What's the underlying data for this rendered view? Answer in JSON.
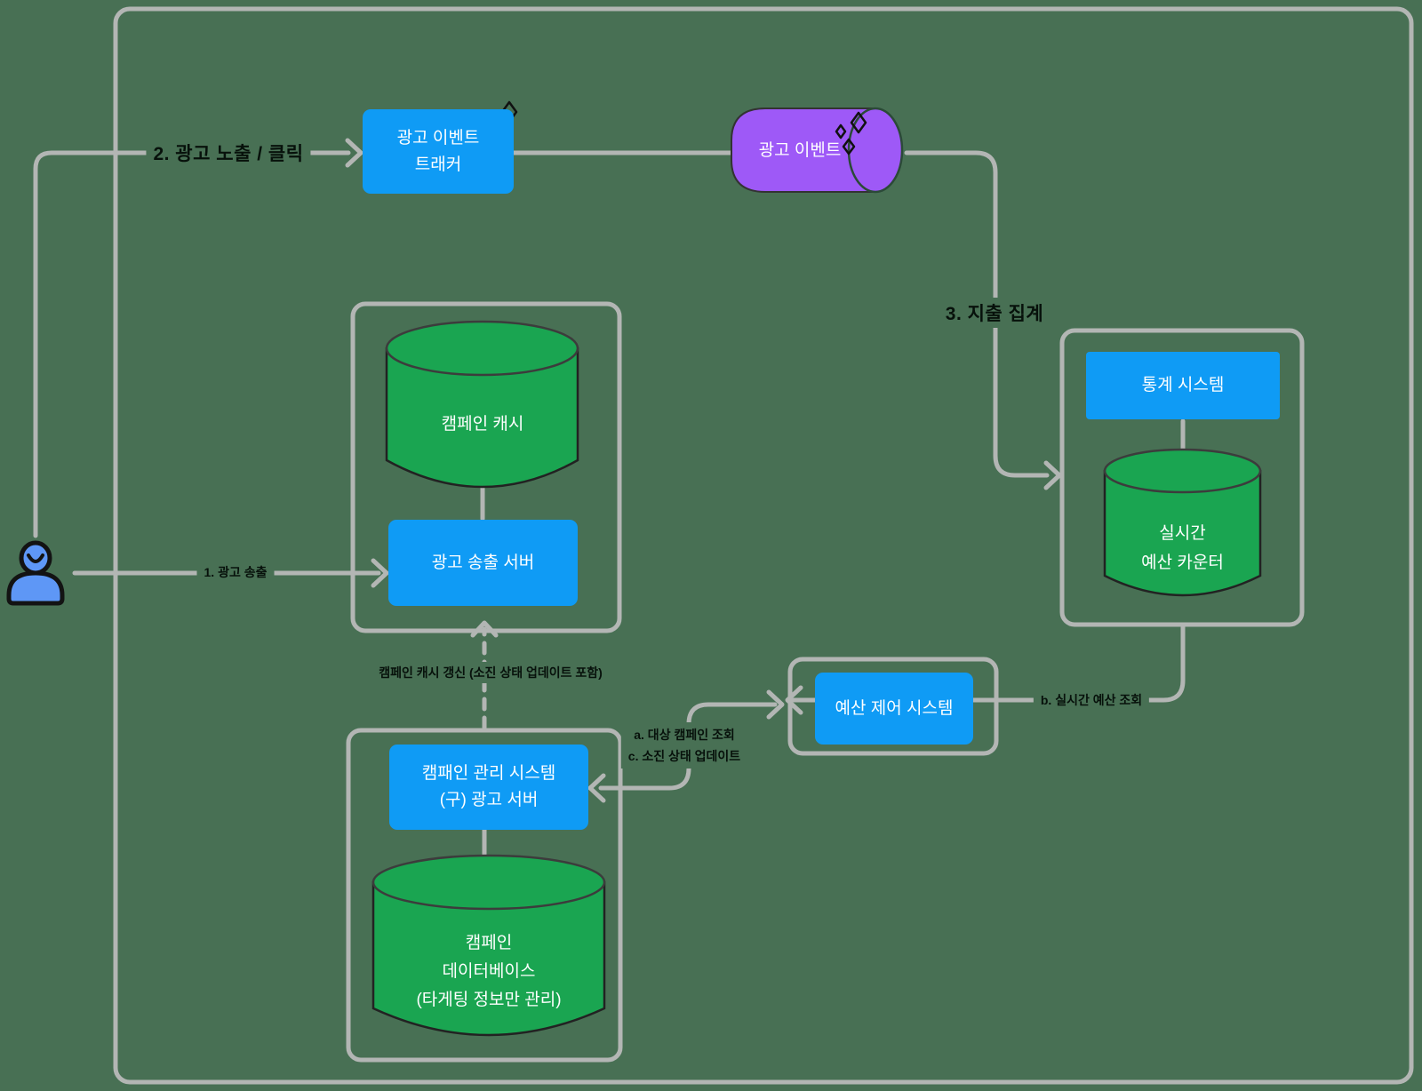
{
  "diagram": {
    "background_color": "#487054",
    "colors": {
      "node_blue": "#0f9bf5",
      "database_green": "#1aa551",
      "queue_purple": "#9e59f7",
      "connector_gray": "#b3b6b4",
      "edge_label_text": "#07110b",
      "node_text": "#ffffff",
      "user_icon_blue": "#5e97f6"
    },
    "nodes": {
      "ad_event_tracker": {
        "line1": "광고 이벤트",
        "line2": "트래커"
      },
      "ad_event_queue": {
        "label": "광고 이벤트"
      },
      "campaign_cache": {
        "label": "캠페인 캐시"
      },
      "ad_serving_server": {
        "label": "광고 송출 서버"
      },
      "campaign_mgmt_system": {
        "line1": "캠패인 관리 시스템",
        "line2": "(구) 광고 서버"
      },
      "campaign_database": {
        "line1": "캠페인",
        "line2": "데이터베이스",
        "line3": "(타게팅 정보만 관리)"
      },
      "budget_control_system": {
        "label": "예산 제어 시스템"
      },
      "stats_system": {
        "label": "통계 시스템"
      },
      "realtime_budget_counter": {
        "line1": "실시간",
        "line2": "예산 카운터"
      }
    },
    "edge_labels": {
      "step1": "1. 광고 송출",
      "step2": "2. 광고 노출 / 클릭",
      "step3": "3. 지출 집계",
      "sub_a": "a. 대상 캠페인 조회",
      "sub_c": "c. 소진 상태 업데이트",
      "sub_b": "b. 실시간 예산 조회",
      "cache_refresh": "캠페인 캐시 갱신 (소진 상태 업데이트 포함)"
    }
  }
}
